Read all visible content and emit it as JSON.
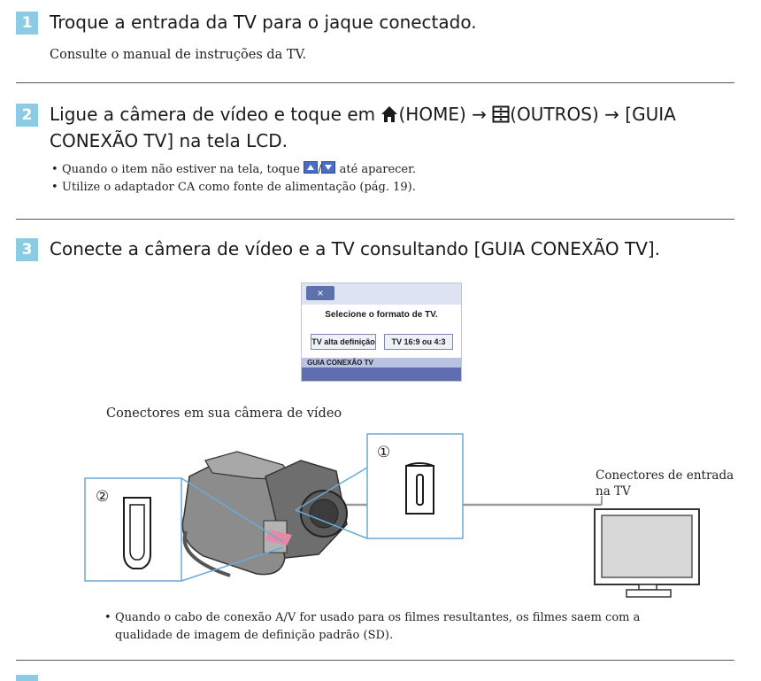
{
  "steps": [
    {
      "number": "1",
      "heading": "Troque a entrada da TV para o jaque conectado.",
      "body": "Consulte o manual de instruções da TV."
    },
    {
      "number": "2",
      "heading_part1": "Ligue a câmera de vídeo e toque em",
      "heading_home": "(HOME)",
      "heading_arrow": "→",
      "heading_outros": "(OUTROS)",
      "heading_arrow2": "→",
      "heading_part2": "[GUIA",
      "heading_line2": "CONEXÃO TV] na tela LCD.",
      "bullets": [
        {
          "before": "Quando o item não estiver na tela, toque",
          "after": "até aparecer."
        },
        {
          "text": "Utilize o adaptador CA como fonte de alimentação (pág. 19)."
        }
      ]
    },
    {
      "number": "3",
      "heading": "Conecte a câmera de vídeo e a TV consultando [GUIA CONEXÃO TV].",
      "bullet": "Quando o cabo de conexão A/V for usado para os filmes resultantes, os filmes saem com a qualidade de imagem de definição padrão (SD)."
    }
  ],
  "lcd": {
    "close_label": "×",
    "title": "Selecione o formato de TV.",
    "button_hd": "TV alta definição",
    "button_sd": "TV 16:9 ou 4:3",
    "footer": "GUIA CONEXÃO TV"
  },
  "illustration": {
    "camera_caption": "Conectores em sua câmera de vídeo",
    "tv_caption_line1": "Conectores de entrada",
    "tv_caption_line2": "na TV",
    "callout_1": "①",
    "callout_2": "②"
  },
  "colors": {
    "step_badge": "#8ccbe4",
    "lcd_accent": "#5f6eb0",
    "callout_border": "#6aaad6",
    "cable_plug": "#e58aa6"
  }
}
